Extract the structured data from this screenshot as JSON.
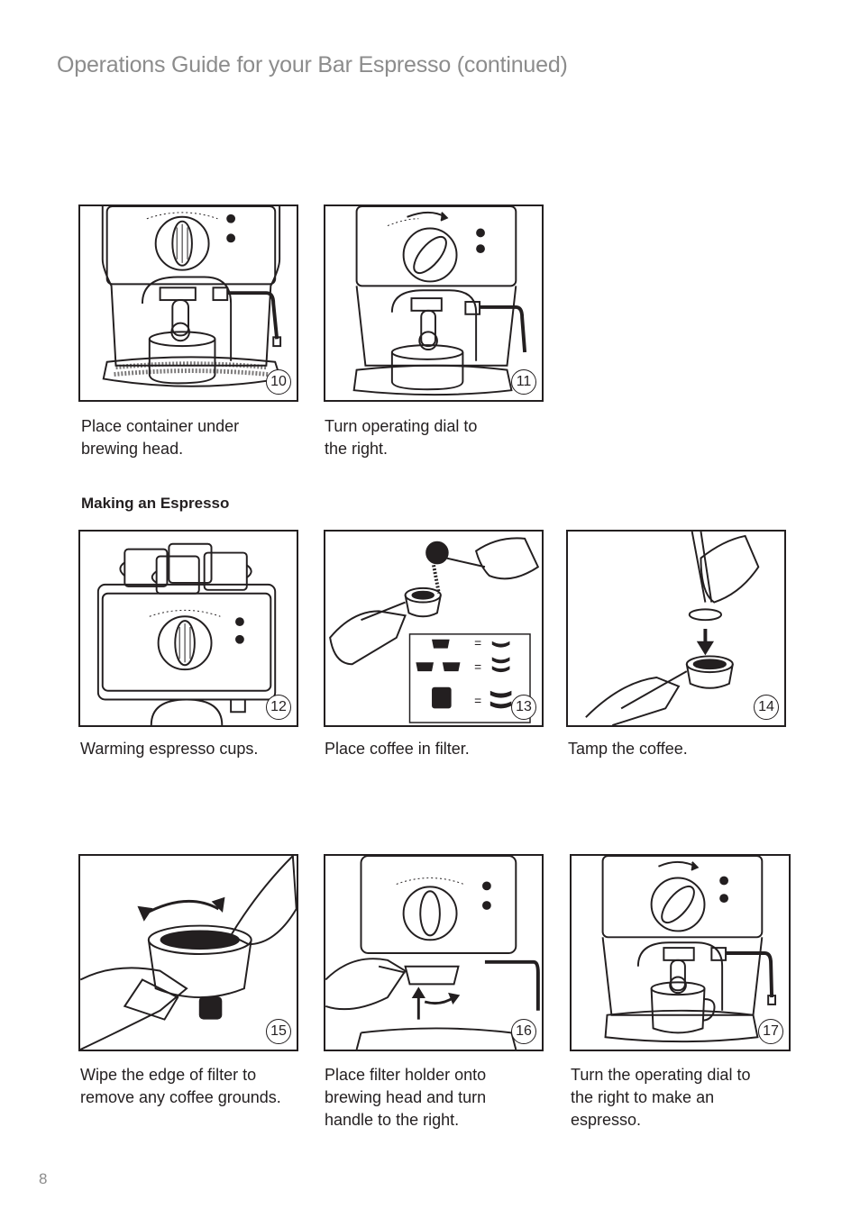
{
  "header": {
    "title": "Operations Guide for your Bar Espresso (continued)"
  },
  "section": {
    "heading": "Making an Espresso"
  },
  "steps": [
    {
      "number": "10",
      "caption_lines": [
        "Place container under",
        "brewing head."
      ]
    },
    {
      "number": "11",
      "caption_lines": [
        "Turn operating dial to",
        "the right."
      ]
    },
    {
      "number": "12",
      "caption_lines": [
        "Warming espresso cups."
      ]
    },
    {
      "number": "13",
      "caption_lines": [
        "Place coffee in filter."
      ],
      "legend": {
        "equals_sign": "="
      }
    },
    {
      "number": "14",
      "caption_lines": [
        "Tamp the coffee."
      ]
    },
    {
      "number": "15",
      "caption_lines": [
        "Wipe the edge of filter to",
        "remove any coffee grounds."
      ]
    },
    {
      "number": "16",
      "caption_lines": [
        "Place filter holder onto",
        "brewing head and turn",
        "handle to the right."
      ]
    },
    {
      "number": "17",
      "caption_lines": [
        "Turn the operating dial to",
        "the right to make an",
        "espresso."
      ]
    }
  ],
  "footer": {
    "page_number": "8"
  }
}
